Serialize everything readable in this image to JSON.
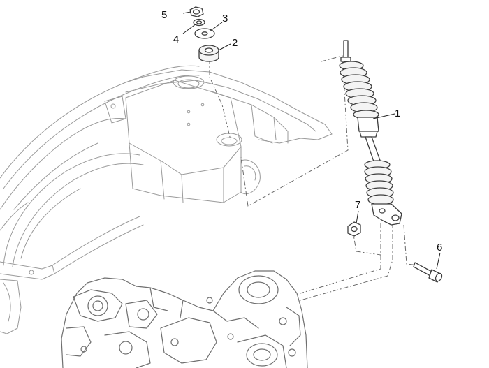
{
  "callouts": [
    {
      "id": "shock-absorber",
      "number": "1"
    },
    {
      "id": "rubber-bush",
      "number": "2"
    },
    {
      "id": "washer",
      "number": "3"
    },
    {
      "id": "small-washer",
      "number": "4"
    },
    {
      "id": "top-nut",
      "number": "5"
    },
    {
      "id": "bolt",
      "number": "6"
    },
    {
      "id": "lower-nut",
      "number": "7"
    }
  ]
}
